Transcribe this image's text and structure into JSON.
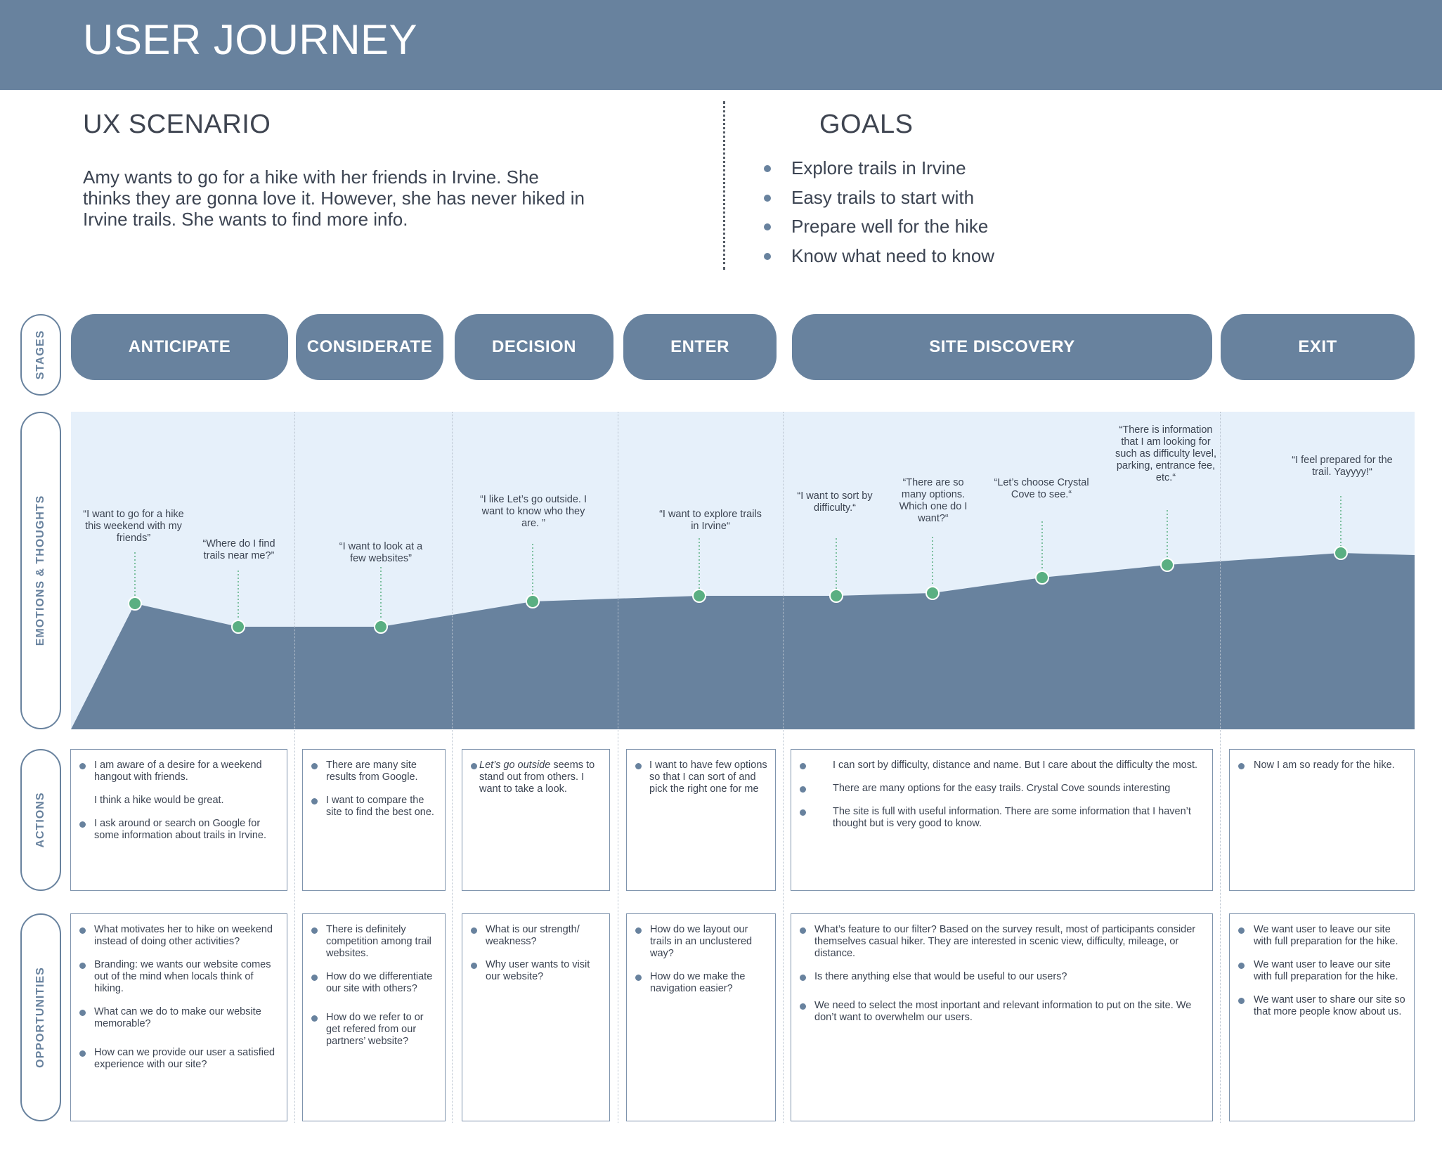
{
  "header": {
    "title": "USER JOURNEY"
  },
  "scenario": {
    "title": "UX SCENARIO",
    "text": "Amy wants to go for a hike with her friends in Irvine. She thinks they are gonna love it. However, she has never hiked in Irvine trails. She wants to find more info."
  },
  "goals": {
    "title": "GOALS",
    "items": [
      "Explore trails in Irvine",
      "Easy trails to start with",
      "Prepare well for the hike",
      "Know what need to know"
    ]
  },
  "row_labels": {
    "stages": "STAGES",
    "emotions": "EMOTIONS & THOUGHTS",
    "actions": "ACTIONS",
    "opportunities": "OPPORTUNITIES"
  },
  "stages": [
    "ANTICIPATE",
    "CONSIDERATE",
    "DECISION",
    "ENTER",
    "SITE DISCOVERY",
    "EXIT"
  ],
  "colors": {
    "header": "#68829e",
    "area_fill": "#68829e",
    "area_bg": "#e6f0fa",
    "point": "#5aaf82"
  },
  "emotions": {
    "quotes": [
      "“I want to go for a hike this weekend with my friends”",
      "“Where do I find trails near me?”",
      "“I want to look at a few websites”",
      "“I like Let’s go outside. I want to know who they are. ”",
      "“I want to explore trails in Irvine“",
      "“I want to sort by difficulty.“",
      "“There are so many options. Which one do I want?“",
      "“Let’s choose Crystal Cove to see.“",
      "“There is information that I am looking for such as difficulty level, parking, entrance fee, etc.“",
      "“I feel prepared for the trail. Yayyyy!“"
    ]
  },
  "actions": {
    "anticipate": [
      "I am aware of a desire for a weekend hangout with friends.",
      "I think a hike would be great.",
      " I ask around or search on Google for some information about trails in Irvine."
    ],
    "considerate": [
      "There are many site results from Google.",
      "I want to compare the site to find the best one."
    ],
    "decision": {
      "emphasis": "Let’s go outside",
      "rest": "seems to stand out from others. I want to take a look."
    },
    "enter": [
      "I want to have few options so that I can sort of and pick the right one for me"
    ],
    "site_discovery": [
      "I can sort by difficulty, distance and name. But I care about the difficulty the most.",
      "There are many options for the easy trails. Crystal Cove sounds interesting",
      "The site is full with useful information. There are some information that I haven’t thought but is very good to know."
    ],
    "exit": [
      "Now I am so ready for the hike."
    ]
  },
  "opportunities": {
    "anticipate": [
      "What motivates her to hike on weekend instead of doing other activities?",
      "Branding: we wants our website comes out of the mind when locals think of hiking.",
      "What can we do to make our website memorable?",
      "How can we provide our user a satisfied experience with our site?"
    ],
    "considerate": [
      "There is definitely competition among trail websites.",
      "How do we differentiate our site with others?",
      "How do we refer to or get refered from our partners’ website?"
    ],
    "decision": [
      "What is our strength/ weakness?",
      "Why user wants to visit our website?"
    ],
    "enter": [
      "How do we layout our trails in an unclustered way?",
      "How do we make the navigation easier?"
    ],
    "site_discovery": [
      "What’s feature to our filter? Based on the survey result, most of participants consider themselves casual hiker. They are interested in scenic view, difficulty, mileage, or distance.",
      "Is there anything else that would be useful to our users?",
      "We need to select the most inportant and relevant information to put on the site. We don’t want to overwhelm our users."
    ],
    "exit": [
      "We want user to leave our site with full preparation for the hike.",
      "We want user to leave our site with full preparation for the hike.",
      "We want user to share our site so that more people know about us."
    ]
  }
}
